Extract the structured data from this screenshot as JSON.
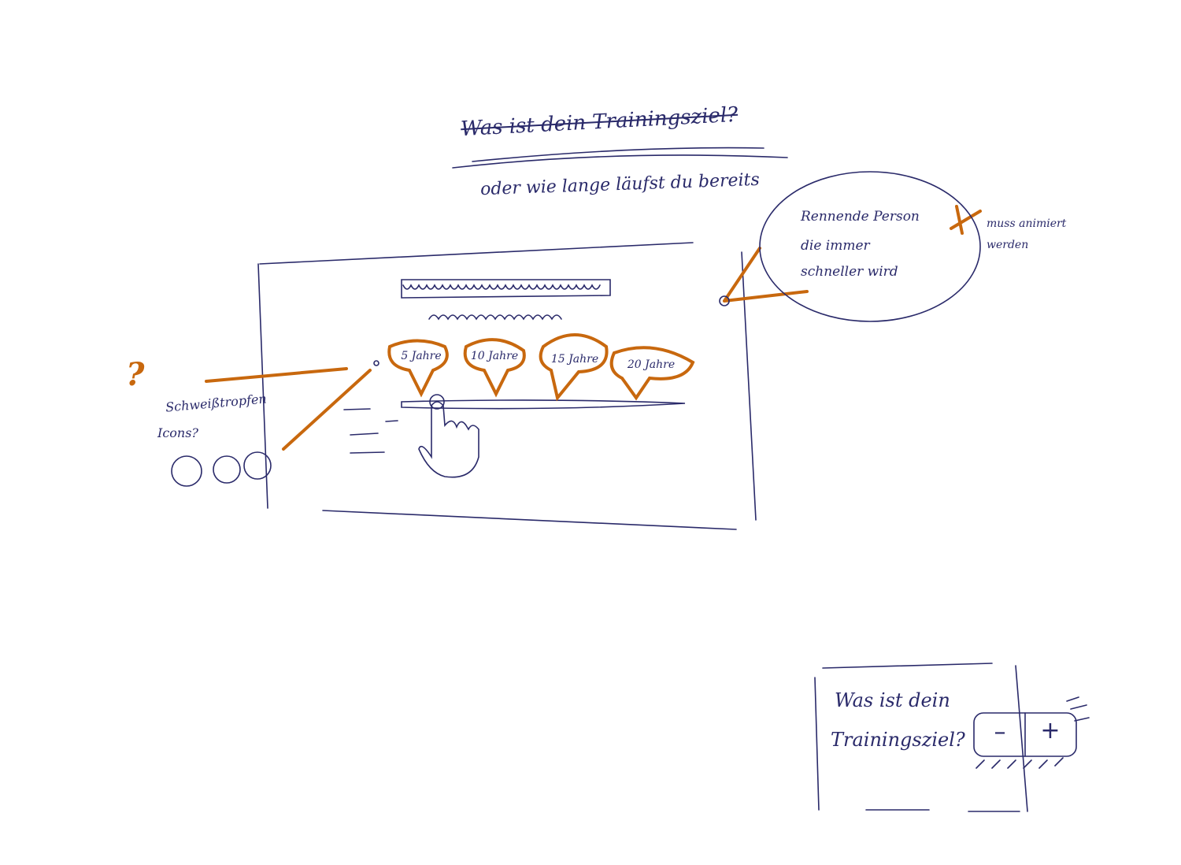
{
  "sketch": {
    "title_crossed": "Was ist dein Trainingsziel?",
    "subtitle": "oder wie lange läufst du bereits",
    "note_circle": [
      "Rennende Person",
      "die immer",
      "schneller wird"
    ],
    "note_animated": [
      "muss animiert",
      "werden"
    ],
    "question_mark": "?",
    "sweat_note": [
      "Schweißtropfen",
      "Icons?"
    ],
    "slider_stops": [
      "5 Jahre",
      "10 Jahre",
      "15 Jahre",
      "20 Jahre"
    ],
    "stepper_question": [
      "Was ist dein",
      "Trainingsziel?"
    ],
    "stepper_minus": "–",
    "stepper_plus": "+"
  },
  "colors": {
    "ink": "#2a2a6a",
    "marker": "#c8680e"
  }
}
